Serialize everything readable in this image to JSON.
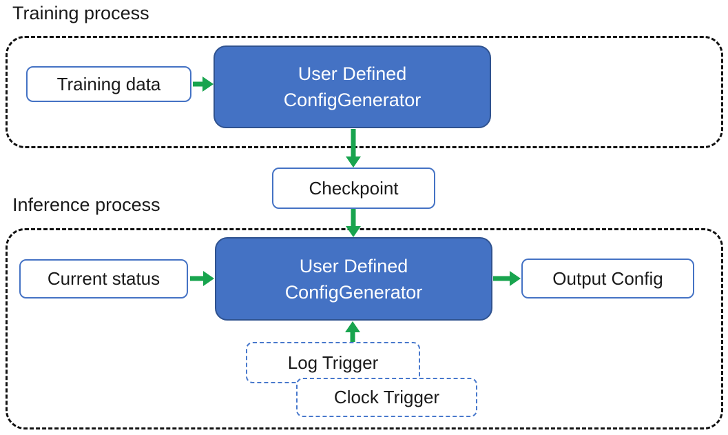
{
  "diagram": {
    "training": {
      "label": "Training process",
      "input_box": "Training data",
      "generator_line1": "User Defined",
      "generator_line2": "ConfigGenerator"
    },
    "checkpoint": {
      "label": "Checkpoint"
    },
    "inference": {
      "label": "Inference process",
      "input_box": "Current status",
      "generator_line1": "User Defined",
      "generator_line2": "ConfigGenerator",
      "output_box": "Output Config",
      "log_trigger": "Log Trigger",
      "clock_trigger": "Clock Trigger"
    },
    "edges": [
      {
        "from": "training-data",
        "to": "training-config-generator"
      },
      {
        "from": "training-config-generator",
        "to": "checkpoint"
      },
      {
        "from": "checkpoint",
        "to": "inference-config-generator"
      },
      {
        "from": "current-status",
        "to": "inference-config-generator"
      },
      {
        "from": "inference-config-generator",
        "to": "output-config"
      },
      {
        "from": "log-trigger",
        "to": "inference-config-generator"
      }
    ],
    "colors": {
      "node_fill": "#4472C4",
      "node_border": "#2F528F",
      "box_border": "#4472C4",
      "trigger_border": "#4878CC",
      "container_border": "#111111",
      "arrow_green": "#18A44E",
      "text_dark": "#1a1a1a",
      "text_light": "#ffffff"
    }
  }
}
